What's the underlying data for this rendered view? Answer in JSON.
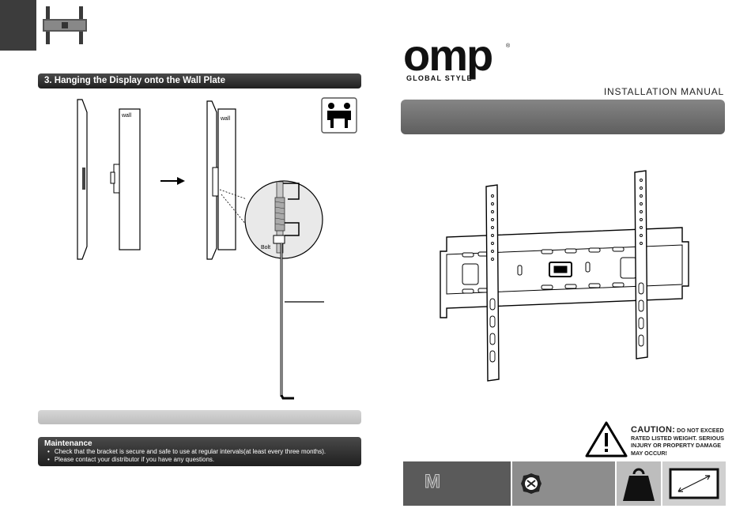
{
  "left_page": {
    "section_title": "3. Hanging the Display onto the Wall Plate",
    "label_wall_1": "wall",
    "label_wall_2": "wall",
    "label_bolt": "Bolt",
    "maintenance": {
      "heading": "Maintenance",
      "items": [
        "Check that the bracket is secure and safe to use at regular intervals(at least every three months).",
        "Please contact your distributor if you have any questions."
      ]
    }
  },
  "right_page": {
    "logo_text": "omp",
    "logo_registered": "®",
    "logo_tagline": "GLOBAL STYLE",
    "manual_title": "INSTALLATION MANUAL",
    "caution": {
      "word": "CAUTION:",
      "text": "DO NOT EXCEED RATED LISTED WEIGHT. SERIOUS INJURY OR PROPERTY DAMAGE MAY OCCUR!"
    },
    "footer": {
      "model_letter": "M",
      "icons": [
        "vesa-icon",
        "weight-icon",
        "screen-size-icon"
      ]
    }
  },
  "colors": {
    "dark_bar": "#2b2b2b",
    "gray_bar": "#c8c8c8",
    "banner": "#707070"
  }
}
